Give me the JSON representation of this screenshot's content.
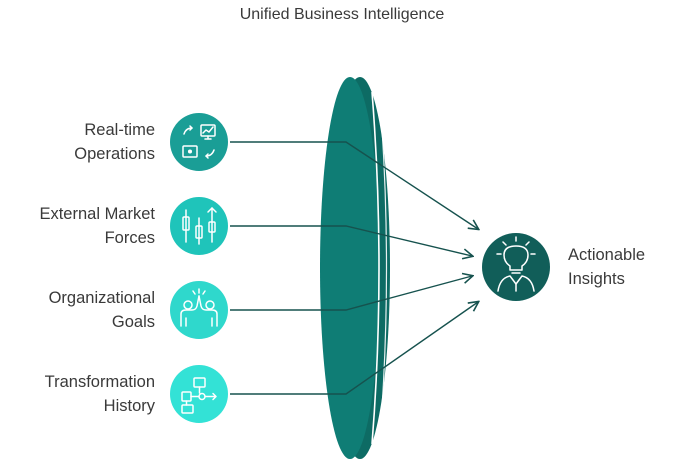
{
  "title": "Unified Business Intelligence",
  "inputs": [
    {
      "line1": "Real-time",
      "line2": "Operations",
      "icon": "operations-icon",
      "color": "#1a9e96"
    },
    {
      "line1": "External Market",
      "line2": "Forces",
      "icon": "candlestick-chart-icon",
      "color": "#1fc4ba"
    },
    {
      "line1": "Organizational",
      "line2": "Goals",
      "icon": "team-high-five-icon",
      "color": "#2fd8cc"
    },
    {
      "line1": "Transformation",
      "line2": "History",
      "icon": "workflow-icon",
      "color": "#33e2d6"
    }
  ],
  "output": {
    "line1": "Actionable",
    "line2": "Insights",
    "icon": "lightbulb-person-icon",
    "color": "#115e59"
  },
  "lens": {
    "color": "#0f7d75",
    "edge": "#0d6b64"
  },
  "arrow_color": "#16524e"
}
